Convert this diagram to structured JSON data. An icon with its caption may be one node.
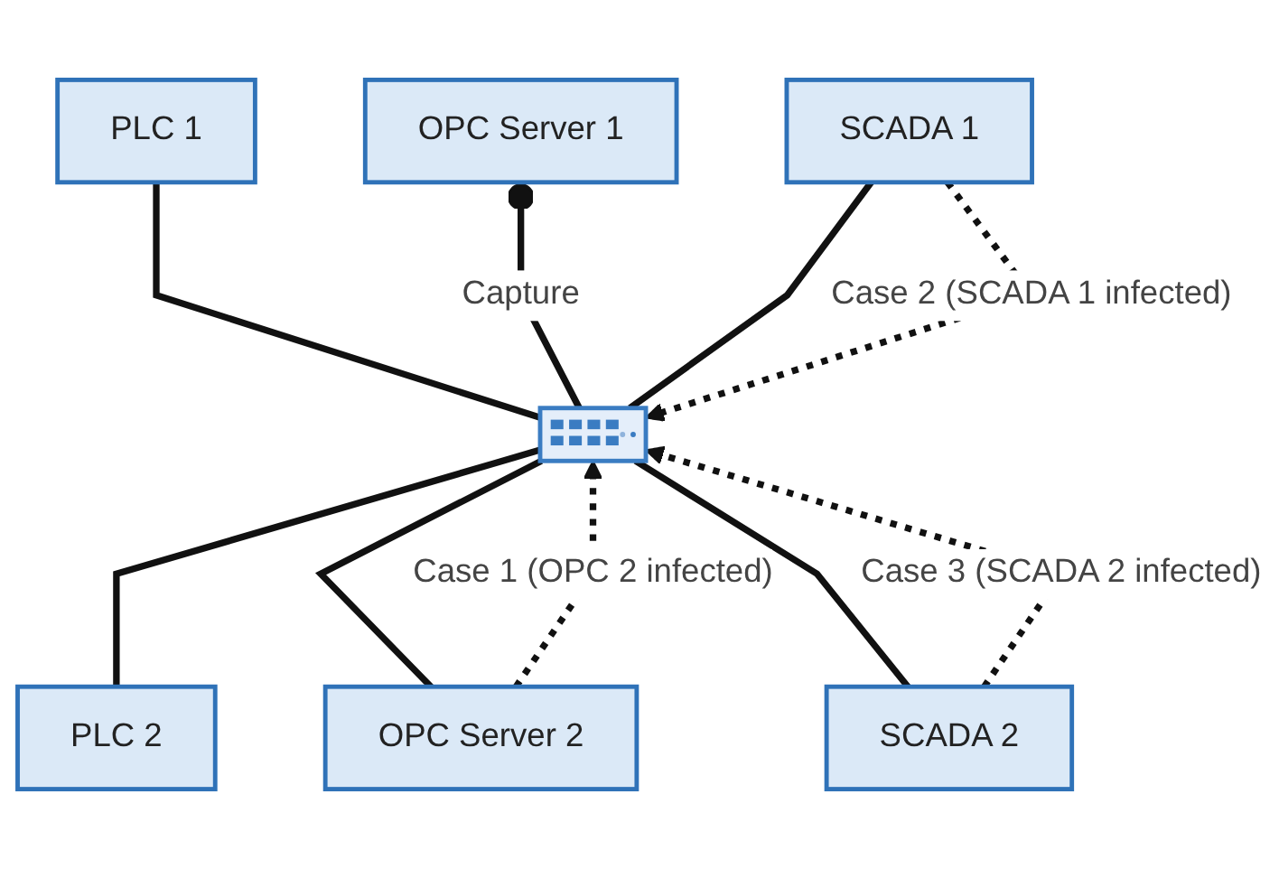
{
  "diagram": {
    "nodes": [
      {
        "text": [
          "PLC 1"
        ]
      },
      {
        "text": [
          "OPC Server 1"
        ]
      },
      {
        "text": [
          "SCADA 1"
        ]
      },
      {
        "text": [],
        "shape": "picture"
      },
      {
        "text": [
          "PLC 2"
        ]
      },
      {
        "text": [
          "OPC Server 2"
        ]
      },
      {
        "text": [
          "SCADA 2"
        ]
      }
    ],
    "edges": [
      {
        "from": 3,
        "to": 0,
        "arrow": "none"
      },
      {
        "from": 3,
        "to": 1,
        "arrow": "other",
        "label": "Capture"
      },
      {
        "from": 3,
        "to": 2,
        "arrow": "none"
      },
      {
        "from": 4,
        "to": 3,
        "arrow": "none"
      },
      {
        "from": 5,
        "to": 3,
        "arrow": "none"
      },
      {
        "from": 6,
        "to": 3,
        "arrow": "none"
      },
      {
        "from": 5,
        "to": 3,
        "arrow": "to",
        "style": "dashed",
        "label": "Case 1 (OPC 2 infected)"
      },
      {
        "from": 2,
        "to": 3,
        "arrow": "to",
        "style": "dashed",
        "label": "Case 2 (SCADA 1 infected)"
      },
      {
        "from": 6,
        "to": 3,
        "arrow": "to",
        "style": "dashed",
        "label": "Case 3 (SCADA 2 infected)"
      }
    ]
  }
}
